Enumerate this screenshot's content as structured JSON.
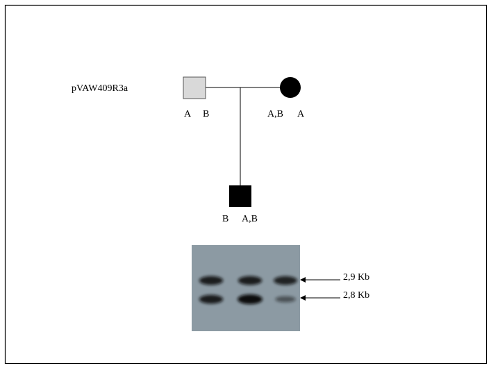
{
  "pedigree": {
    "probe_label": "pVAW409R3a",
    "father": {
      "status": "unaffected",
      "fill": "#d9d9d9",
      "allele_1": "A",
      "allele_2": "B"
    },
    "mother": {
      "status": "affected",
      "fill": "#000000",
      "allele_1": "A,B",
      "allele_2": "A"
    },
    "son": {
      "status": "affected",
      "fill": "#000000",
      "allele_1": "B",
      "allele_2": "A,B"
    }
  },
  "blot": {
    "background": "#8c9aa3",
    "lanes": 3,
    "bands": [
      {
        "label": "2,9 Kb",
        "intensity": [
          0.85,
          0.85,
          0.8
        ]
      },
      {
        "label": "2,8 Kb",
        "intensity": [
          0.85,
          1.0,
          0.35
        ]
      }
    ]
  }
}
